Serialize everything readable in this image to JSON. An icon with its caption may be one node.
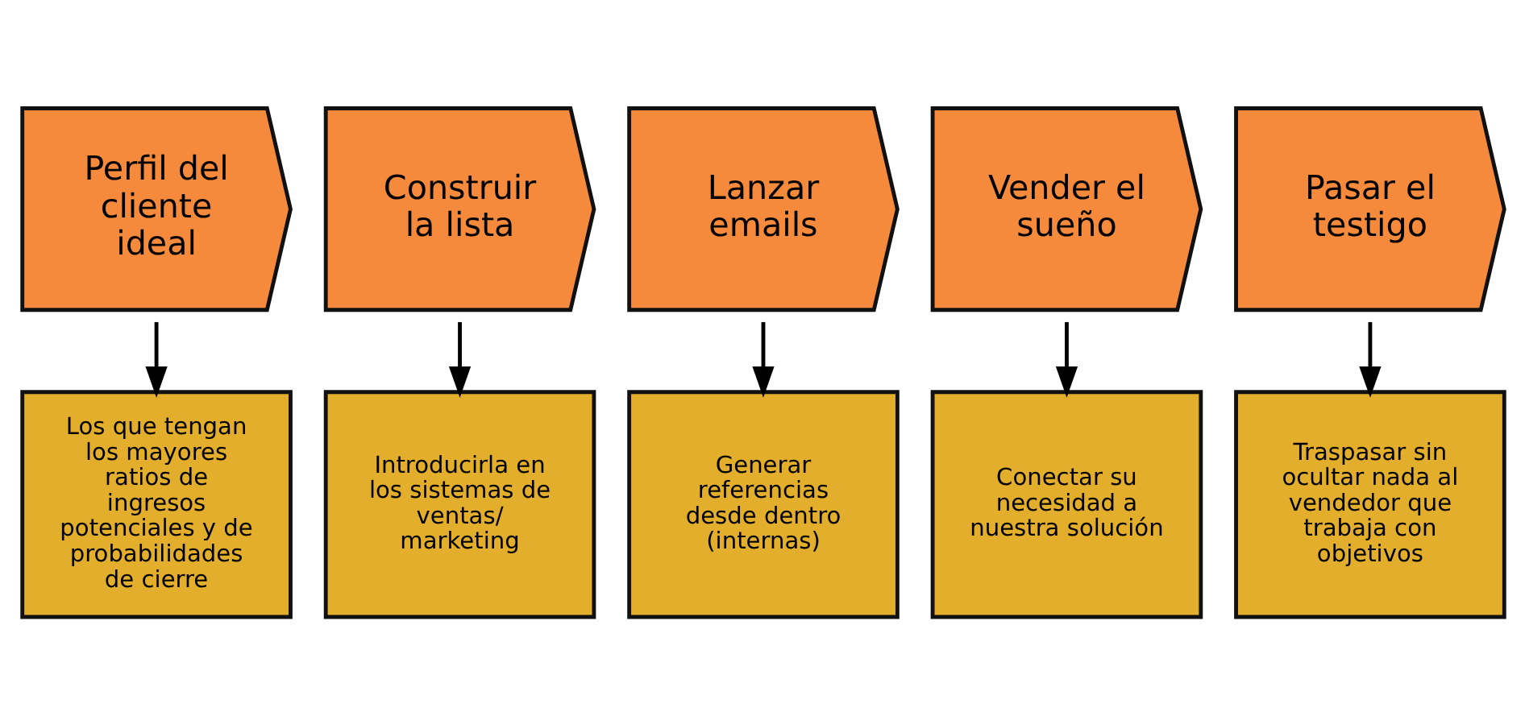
{
  "diagram": {
    "nodes": [
      {
        "text": [
          "Perfil del cliente ideal"
        ]
      },
      {
        "text": [
          "Construir la lista"
        ]
      },
      {
        "text": [
          "Lanzar emails"
        ]
      },
      {
        "text": [
          "Vender el sueño"
        ]
      },
      {
        "text": [
          "Pasar el testigo"
        ]
      },
      {
        "text": [
          "Los que tengan los mayores ratios de ingresos potenciales y de probabilidades de cierre"
        ]
      },
      {
        "text": [
          "Introducirla en los sistemas de ventas/ marketing"
        ]
      },
      {
        "text": [
          "Generar referencias desde dentro (internas)"
        ]
      },
      {
        "text": [
          "Conectar su necesidad a nuestra solución"
        ]
      },
      {
        "text": [
          "Traspasar sin ocultar nada al vendedor que trabaja con objetivos"
        ]
      }
    ],
    "edges": [
      {
        "from": 0,
        "to": 5,
        "arrow": "to"
      },
      {
        "from": 1,
        "to": 6,
        "arrow": "to"
      },
      {
        "from": 2,
        "to": 7,
        "arrow": "to"
      },
      {
        "from": 3,
        "to": 8,
        "arrow": "to"
      },
      {
        "from": 4,
        "to": 9,
        "arrow": "to"
      }
    ]
  }
}
